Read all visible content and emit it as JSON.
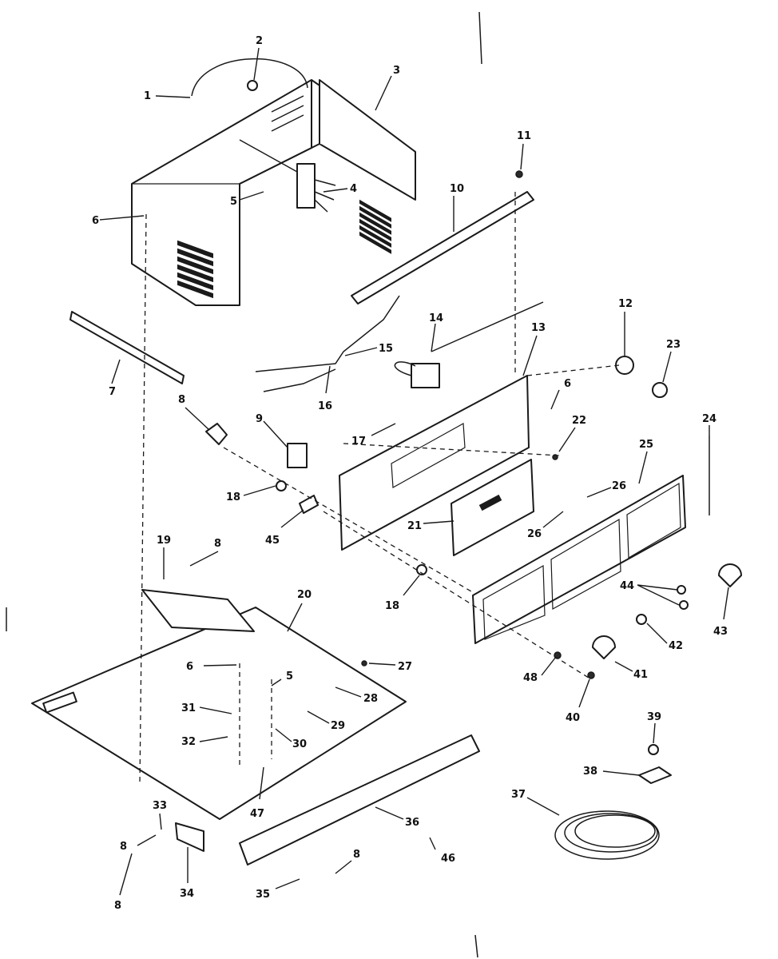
{
  "callouts": [
    "1",
    "2",
    "3",
    "4",
    "5",
    "6",
    "7",
    "8",
    "9",
    "10",
    "11",
    "12",
    "13",
    "14",
    "15",
    "16",
    "17",
    "18",
    "19",
    "20",
    "21",
    "22",
    "23",
    "24",
    "25",
    "26",
    "27",
    "28",
    "29",
    "30",
    "31",
    "32",
    "33",
    "34",
    "35",
    "36",
    "37",
    "38",
    "39",
    "40",
    "41",
    "42",
    "43",
    "44",
    "45",
    "46",
    "47",
    "48"
  ],
  "part_labels": {
    "p1": "1",
    "p2": "2",
    "p3": "3",
    "p4": "4",
    "p5a": "5",
    "p6a": "6",
    "p7": "7",
    "p8a": "8",
    "p9": "9",
    "p10": "10",
    "p11": "11",
    "p12": "12",
    "p13": "13",
    "p14": "14",
    "p15": "15",
    "p16": "16",
    "p17": "17",
    "p18a": "18",
    "p18b": "18",
    "p19": "19",
    "p20": "20",
    "p21": "21",
    "p22": "22",
    "p23": "23",
    "p24": "24",
    "p25": "25",
    "p26a": "26",
    "p26b": "26",
    "p27": "27",
    "p28": "28",
    "p29": "29",
    "p30": "30",
    "p31": "31",
    "p32": "32",
    "p33": "33",
    "p34": "34",
    "p35": "35",
    "p36": "36",
    "p37": "37",
    "p38": "38",
    "p39": "39",
    "p40": "40",
    "p41": "41",
    "p42": "42",
    "p43": "43",
    "p44": "44",
    "p45": "45",
    "p46": "46",
    "p47": "47",
    "p48": "48",
    "p5b": "5",
    "p6b": "6",
    "p6c": "6",
    "p8b": "8",
    "p8c": "8",
    "p8d": "8",
    "p8e": "8"
  }
}
